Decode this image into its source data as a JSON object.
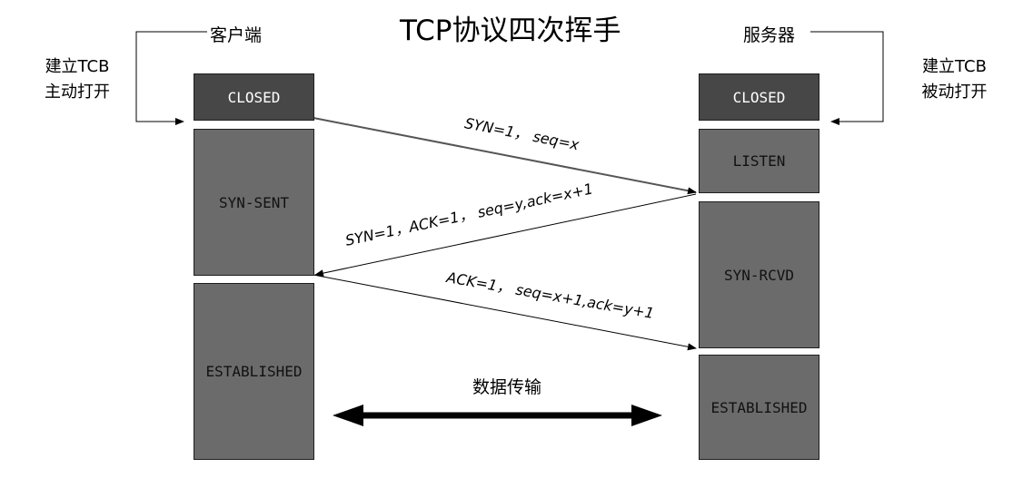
{
  "title": "TCP协议四次挥手",
  "client": {
    "label": "客户端",
    "note_line1": "建立TCB",
    "note_line2": "主动打开",
    "states": [
      "CLOSED",
      "SYN-SENT",
      "ESTABLISHED"
    ]
  },
  "server": {
    "label": "服务器",
    "note_line1": "建立TCB",
    "note_line2": "被动打开",
    "states": [
      "CLOSED",
      "LISTEN",
      "SYN-RCVD",
      "ESTABLISHED"
    ]
  },
  "messages": [
    "SYN=1， seq=x",
    "SYN=1，ACK=1， seq=y,ack=x+1",
    "ACK=1， seq=x+1,ack=y+1"
  ],
  "data_transfer": "数据传输",
  "colors": {
    "closed_box": "#474747",
    "state_box": "#6b6b6b",
    "arrow": "#000000"
  }
}
